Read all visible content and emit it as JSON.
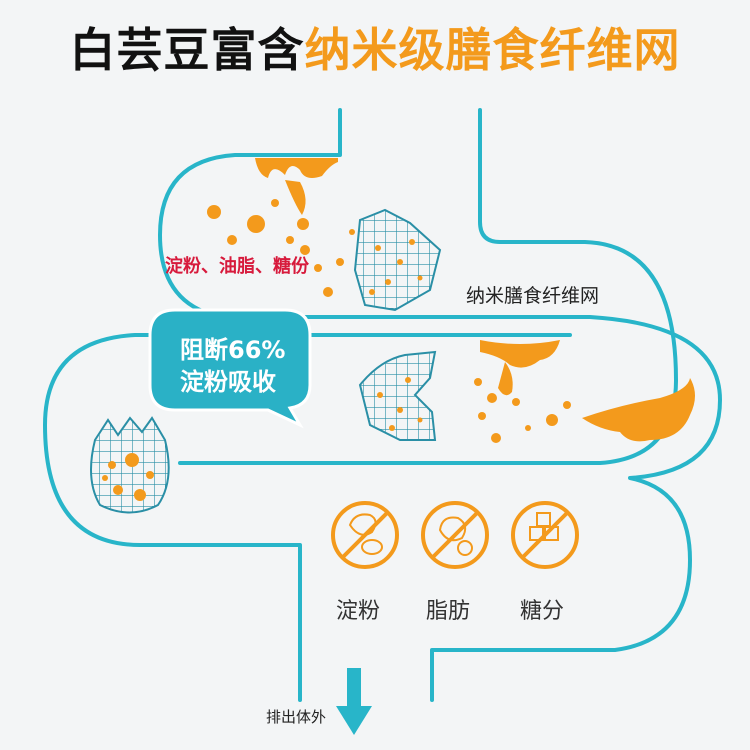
{
  "title": {
    "part_black": "白芸豆富含",
    "part_orange": "纳米级膳食纤维网"
  },
  "labels": {
    "starch_fat_sugar": "淀粉、油脂、糖份",
    "nano_fiber_net": "纳米膳食纤维网",
    "bubble_line1": "阻断66%",
    "bubble_line2": "淀粉吸收",
    "excrete": "排出体外"
  },
  "icons": [
    {
      "name": "starch-icon",
      "label": "淀粉"
    },
    {
      "name": "fat-icon",
      "label": "脂肪"
    },
    {
      "name": "sugar-icon",
      "label": "糖分"
    }
  ],
  "colors": {
    "tube": "#28b5c9",
    "accent_orange": "#f39a1c",
    "bubble_fill": "#2ab1c6",
    "red_text": "#d71a3c"
  }
}
